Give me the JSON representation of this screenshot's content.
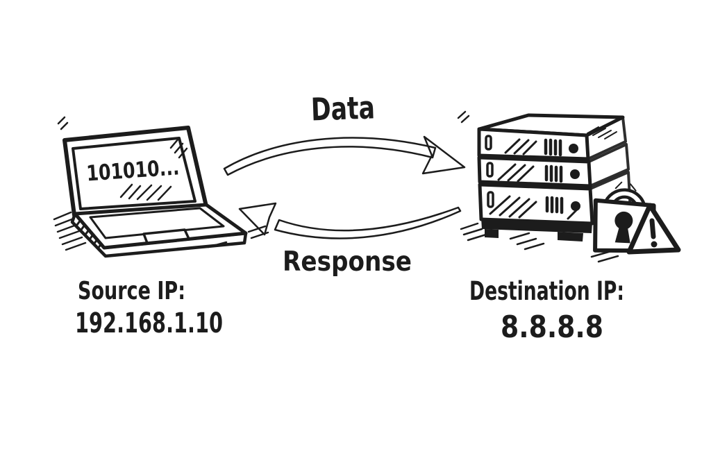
{
  "colors": {
    "ink": "#1c1c1c",
    "background": "#ffffff"
  },
  "laptop": {
    "screen_text": "101010..."
  },
  "arrows": {
    "data_label": "Data",
    "response_label": "Response"
  },
  "source": {
    "title": "Source IP:",
    "ip": "192.168.1.10"
  },
  "destination": {
    "title": "Destination IP:",
    "ip": "8.8.8.8"
  },
  "icons": {
    "laptop": "laptop-icon",
    "server": "server-stack-icon",
    "lock": "padlock-icon",
    "warning": "warning-triangle-icon",
    "data_arrow": "data-arrow-icon",
    "response_arrow": "response-arrow-icon"
  }
}
